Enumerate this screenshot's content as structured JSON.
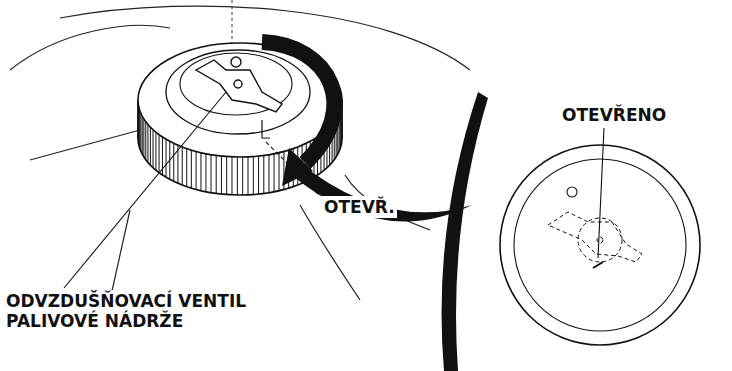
{
  "diagram": {
    "labels": [
      "OTEVŘ.",
      "OTEVŘENO",
      "ODVZDUŠŇOVACÍ VENTIL PALIVOVÉ NÁDRŽE"
    ]
  }
}
